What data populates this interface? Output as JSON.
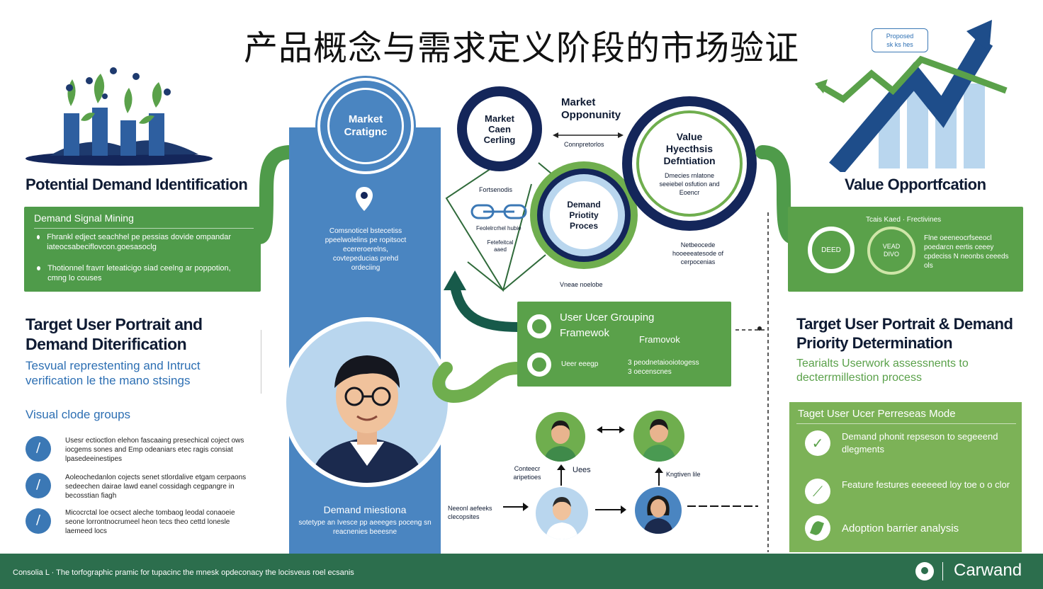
{
  "title": "产品概念与需求定义阶段的市场验证",
  "badge_top_right": [
    "Proposed",
    "sk ks hes"
  ],
  "left": {
    "potential_heading": "Potential Demand Identification",
    "signal_panel": {
      "title": "Demand Signal Mining",
      "bullets": [
        "Fhrankl edject seachhel pe pessias dovide ompandar iateocsabeciflovcon.goesasoclg",
        "Thotionnel fravrr leteaticigo siad ceelng ar poppotion, cmng lo couses"
      ]
    },
    "target_heading_line1": "Target User Portrait and",
    "target_heading_line2": "Demand Diterification",
    "target_sub": "Tesvual represtenting and Intruct verification le the mano stsings",
    "visual_title": "Visual clode groups",
    "visual_items": [
      "Usesr ectioctlon elehon fascaaing presechical coject ows iocgems sones and Emp odeaniars etec ragis consiat lpasedeeinestipes",
      "Aoleochedanlon cojects senet stlordalive etgam cerpaons sedeechen dairae lawd eanel cossidagh cegpangre in becosstian fiagh",
      "Micocrctal loe ocsect aleche tombaog leodal conaoeie seone lorrontnocrumeel heon tecs theo cettd lonesle laemeed locs"
    ]
  },
  "blue_column": {
    "market_circle": "Market Cratignc",
    "location_text": "Comsnoticel bstecetiss ppeelwolelins pe ropitsoct ecereroerelns, covtepeducias prehd ordeciing",
    "demand_title": "Demand miestiona",
    "demand_sub": "sotetype an Ivesce pp aeeeges poceng sn reacnenies beeesne"
  },
  "center": {
    "market_gap_circle": "Market Caen Cerling",
    "market_opportunity": "Market Opponunity",
    "opp_caption": "Connpretorlos",
    "left_label_1": "Fortsenodis",
    "left_label_2": "Feolelrcrhel hubie",
    "left_label_3": "Fetefeitcal aaed",
    "priority_circle": "Demand Priotity Proces",
    "value_circle_title": "Value Hyecthsis Defntiation",
    "value_circle_sub": "Dmecies rnlatone seeiebel osfution and Eoencr",
    "right_caption": "Netbeocede hooeeeatesode of cerpocenias",
    "bottom_caption": "Vneae noelobe"
  },
  "grouping": {
    "title": "User Ucer Grouping",
    "framework": "Framewok",
    "framework_right": "Framovok",
    "user_label": "Ueer eeegp",
    "lines": [
      "3 peodnetaiooiotogess",
      "3 oecenscnes"
    ]
  },
  "personas": {
    "left_caption": "Conteecr aripetioes",
    "user_label": "Uees",
    "right_label": "Kngtiven lile",
    "bottom_left_label": "Neeonl aefeeks clecopsites"
  },
  "right": {
    "value_heading": "Value Opportfcation",
    "panel_top_label": "Tcais Kaed · Frectivines",
    "dial_left": "DEED",
    "dial_right": [
      "VEAD",
      "DIVO"
    ],
    "panel_text": "Flne oeeneocrfseeocl poedarcn eertis ceeey cpdeciss N neonbs ceeeds ols",
    "target_heading_line1": "Target User Portrait & Demand",
    "target_heading_line2": "Priority Determination",
    "target_sub": "Tearialts Userwork assessnents to decterrmillestion process",
    "mode_panel": {
      "title": "Taget User Ucer Perreseas Mode",
      "items": [
        "Demand phonit repseson to segeeend dlegments",
        "Feature festures eeeeeed loy toe o o clor",
        "Adoption barrier analysis"
      ]
    }
  },
  "footer": {
    "text": "Consolia L · The torfographic pramic for tupacinc the mnesk opdeconacy the locisveus roel ecsanis",
    "brand": "Carwand"
  },
  "colors": {
    "navy": "#14265a",
    "blue": "#4a85c1",
    "green": "#4f9b4a",
    "light_green": "#7cb257",
    "footer": "#2c6e4d"
  }
}
